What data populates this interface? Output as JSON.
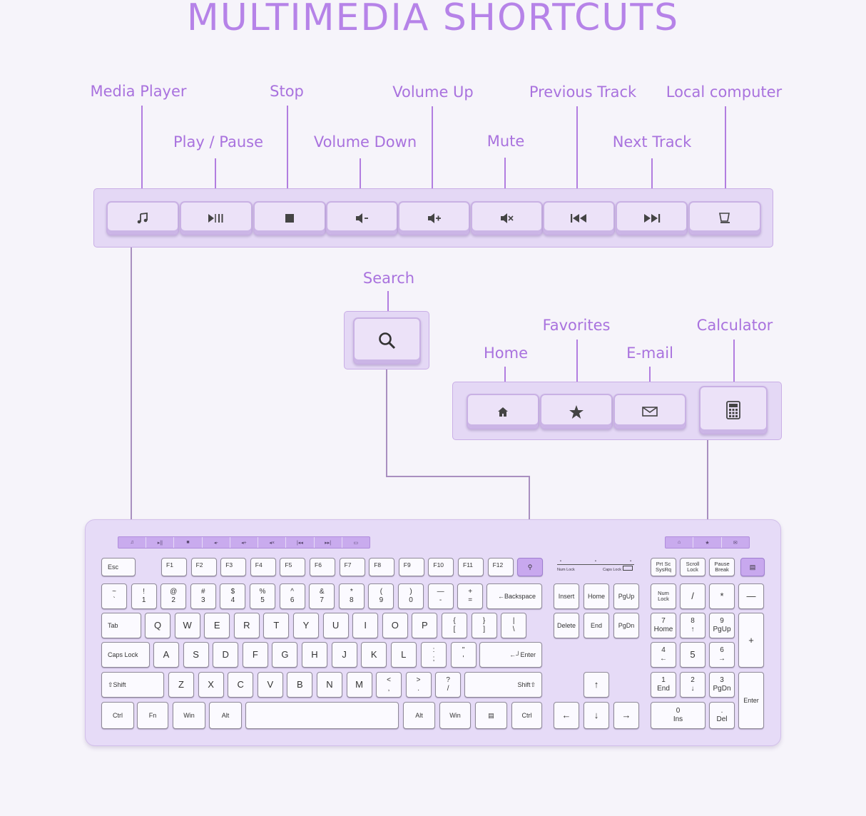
{
  "title": "MULTIMEDIA SHORTCUTS",
  "labels": {
    "media_player": "Media Player",
    "play_pause": "Play / Pause",
    "stop": "Stop",
    "volume_down": "Volume Down",
    "volume_up": "Volume Up",
    "mute": "Mute",
    "previous_track": "Previous Track",
    "next_track": "Next Track",
    "local_computer": "Local computer",
    "search": "Search",
    "home": "Home",
    "favorites": "Favorites",
    "email": "E-mail",
    "calculator": "Calculator"
  },
  "icons": [
    "music-note-icon",
    "play-pause-icon",
    "stop-icon",
    "volume-down-icon",
    "volume-up-icon",
    "mute-icon",
    "previous-track-icon",
    "next-track-icon",
    "computer-icon",
    "search-icon",
    "home-icon",
    "star-icon",
    "mail-icon",
    "calculator-icon"
  ],
  "colors": {
    "accent": "#b683e8",
    "panel": "#e4d8f5",
    "key": "#fbfaff"
  },
  "keyboard": {
    "esc": "Esc",
    "fkeys": [
      "F1",
      "F2",
      "F3",
      "F4",
      "F5",
      "F6",
      "F7",
      "F8",
      "F9",
      "F10",
      "F11",
      "F12"
    ],
    "row1": [
      [
        "~",
        "`"
      ],
      [
        "!",
        "1"
      ],
      [
        "@",
        "2"
      ],
      [
        "#",
        "3"
      ],
      [
        "$",
        "4"
      ],
      [
        "%",
        "5"
      ],
      [
        "^",
        "6"
      ],
      [
        "&",
        "7"
      ],
      [
        "*",
        "8"
      ],
      [
        "(",
        "9"
      ],
      [
        ")",
        "0"
      ],
      [
        "—",
        "-"
      ],
      [
        "+",
        "="
      ]
    ],
    "backspace": "←Backspace",
    "tab": "Tab",
    "row2": [
      "Q",
      "W",
      "E",
      "R",
      "T",
      "Y",
      "U",
      "I",
      "O",
      "P"
    ],
    "row2b": [
      [
        "{",
        "["
      ],
      [
        "}",
        "]"
      ],
      [
        "|",
        "\\"
      ]
    ],
    "caps": "Caps Lock",
    "row3": [
      "A",
      "S",
      "D",
      "F",
      "G",
      "H",
      "J",
      "K",
      "L"
    ],
    "row3b": [
      [
        ":",
        ";"
      ],
      [
        "\"",
        "'"
      ]
    ],
    "enter": "←┘Enter",
    "shift_l": "⇧Shift",
    "row4": [
      "Z",
      "X",
      "C",
      "V",
      "B",
      "N",
      "M"
    ],
    "row4b": [
      [
        "<",
        ","
      ],
      [
        ">",
        "."
      ],
      [
        "?",
        "/"
      ]
    ],
    "shift_r": "Shift⇧",
    "ctrl": "Ctrl",
    "fn": "Fn",
    "win": "Win",
    "alt": "Alt",
    "nav": [
      "Insert",
      "Home",
      "PgUp",
      "Delete",
      "End",
      "PgDn"
    ],
    "leds": [
      "Num Lock",
      "Caps Lock"
    ],
    "sys": [
      [
        "Prt Sc",
        "SysRq"
      ],
      [
        "Scroll",
        "Lock"
      ],
      [
        "Pause",
        "Break"
      ]
    ],
    "numpad": {
      "numlock": [
        "Num",
        "Lock"
      ],
      "div": "/",
      "mul": "*",
      "minus": "—",
      "plus": "+",
      "enter": "Enter",
      "n7": [
        "7",
        "Home"
      ],
      "n8": [
        "8",
        "↑"
      ],
      "n9": [
        "9",
        "PgUp"
      ],
      "n4": [
        "4",
        "←"
      ],
      "n5": "5",
      "n6": [
        "6",
        "→"
      ],
      "n1": [
        "1",
        "End"
      ],
      "n2": [
        "2",
        "↓"
      ],
      "n3": [
        "3",
        "PgDn"
      ],
      "n0": [
        "0",
        "Ins"
      ],
      "ndot": [
        ".",
        "Del"
      ]
    },
    "arrows": {
      "up": "↑",
      "left": "←",
      "down": "↓",
      "right": "→"
    }
  }
}
